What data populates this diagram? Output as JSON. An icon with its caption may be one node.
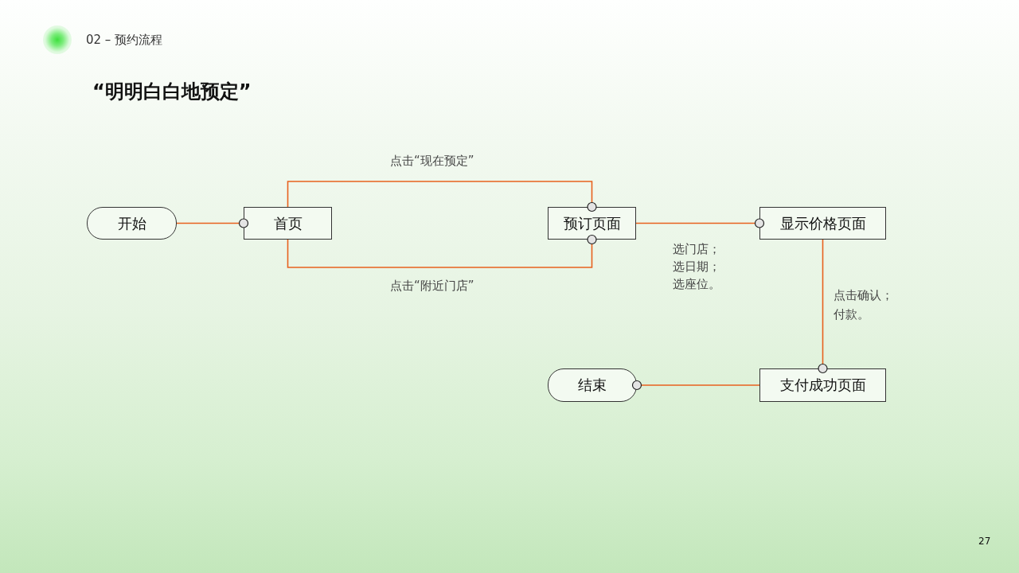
{
  "diagram": {
    "title": "“明明白白地预定”",
    "nodes": [
      {
        "text": [
          "开始"
        ]
      },
      {
        "text": [
          "首页"
        ]
      },
      {
        "text": [
          "预订页面"
        ]
      },
      {
        "text": [
          "显示价格页面"
        ]
      },
      {
        "text": [
          "支付成功页面"
        ]
      },
      {
        "text": [
          "结束"
        ]
      }
    ],
    "edges": [
      {
        "from": 0,
        "to": 1,
        "arrow": "other"
      },
      {
        "from": 1,
        "to": 2,
        "label": "点击“现在预定”",
        "arrow": "other"
      },
      {
        "from": 1,
        "to": 2,
        "label": "点击“附近门店”",
        "arrow": "other"
      },
      {
        "from": 2,
        "to": 3,
        "label": "选门店；选日期；选座位。",
        "arrow": "other"
      },
      {
        "from": 3,
        "to": 4,
        "label": "点击确认；付款。",
        "arrow": "other"
      },
      {
        "from": 4,
        "to": 5,
        "arrow": "other"
      }
    ],
    "labels": [
      "02 – 预约流程",
      "27"
    ]
  }
}
